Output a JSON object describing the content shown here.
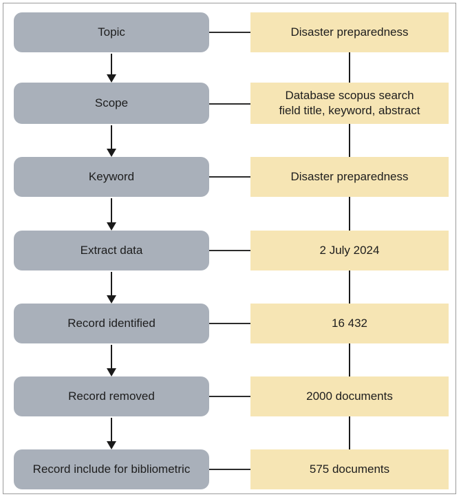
{
  "figure": {
    "title": "Bibliometric record selection flowchart",
    "colors": {
      "step_fill": "#a9b0ba",
      "value_fill": "#f6e5b4",
      "connector": "#1a1a1a",
      "frame": "#9a9a9a",
      "text": "#1d1d1d",
      "background": "#ffffff"
    }
  },
  "flow": {
    "steps": [
      {
        "id": "topic",
        "label": "Topic",
        "value_lines": [
          "Disaster preparedness"
        ],
        "value_text": "Disaster preparedness"
      },
      {
        "id": "scope",
        "label": "Scope",
        "value_lines": [
          "Database scopus search",
          "field title, keyword, abstract"
        ],
        "value_text": "Database scopus search field title, keyword, abstract"
      },
      {
        "id": "keyword",
        "label": "Keyword",
        "value_lines": [
          "Disaster preparedness"
        ],
        "value_text": "Disaster preparedness"
      },
      {
        "id": "extract-data",
        "label": "Extract data",
        "value_lines": [
          "2 July 2024"
        ],
        "value_text": "2 July 2024"
      },
      {
        "id": "record-identified",
        "label": "Record identified",
        "value_lines": [
          "16 432"
        ],
        "value_text": "16 432"
      },
      {
        "id": "record-removed",
        "label": "Record removed",
        "value_lines": [
          "2000 documents"
        ],
        "value_text": "2000 documents"
      },
      {
        "id": "record-include-for-bibliometric",
        "label": "Record include for bibliometric",
        "value_lines": [
          "575 documents"
        ],
        "value_text": "575 documents"
      }
    ]
  }
}
